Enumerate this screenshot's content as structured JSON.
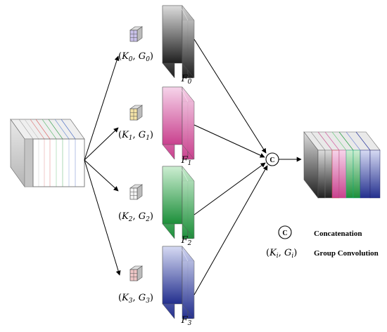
{
  "colors": {
    "input_base": "#c8c8c8",
    "gray": "#3a3a3a",
    "pink": "#d66aa8",
    "green": "#2fa24c",
    "blue": "#3340a0",
    "kernel_purple": "#c9c1ea",
    "kernel_yellow": "#f3e2a6",
    "kernel_white": "#f4f4f4",
    "kernel_pink": "#efc6c6"
  },
  "branches": [
    {
      "k_sym": "K",
      "k_sub": "0",
      "g_sym": "G",
      "g_sub": "0",
      "f_sym": "F",
      "f_sub": "0",
      "color_key": "gray",
      "kernel_color_key": "kernel_purple"
    },
    {
      "k_sym": "K",
      "k_sub": "1",
      "g_sym": "G",
      "g_sub": "1",
      "f_sym": "F",
      "f_sub": "1",
      "color_key": "pink",
      "kernel_color_key": "kernel_yellow"
    },
    {
      "k_sym": "K",
      "k_sub": "2",
      "g_sym": "G",
      "g_sub": "2",
      "f_sym": "F",
      "f_sub": "2",
      "color_key": "green",
      "kernel_color_key": "kernel_white"
    },
    {
      "k_sym": "K",
      "k_sub": "3",
      "g_sym": "G",
      "g_sub": "3",
      "f_sym": "F",
      "f_sub": "3",
      "color_key": "blue",
      "kernel_color_key": "kernel_pink"
    }
  ],
  "concat_symbol": "C",
  "legend": {
    "concat_symbol": "C",
    "concat_label": "Concatenation",
    "group_k_sym": "K",
    "group_k_sub": "i",
    "group_g_sym": "G",
    "group_g_sub": "i",
    "group_label": "Group Convolution"
  }
}
